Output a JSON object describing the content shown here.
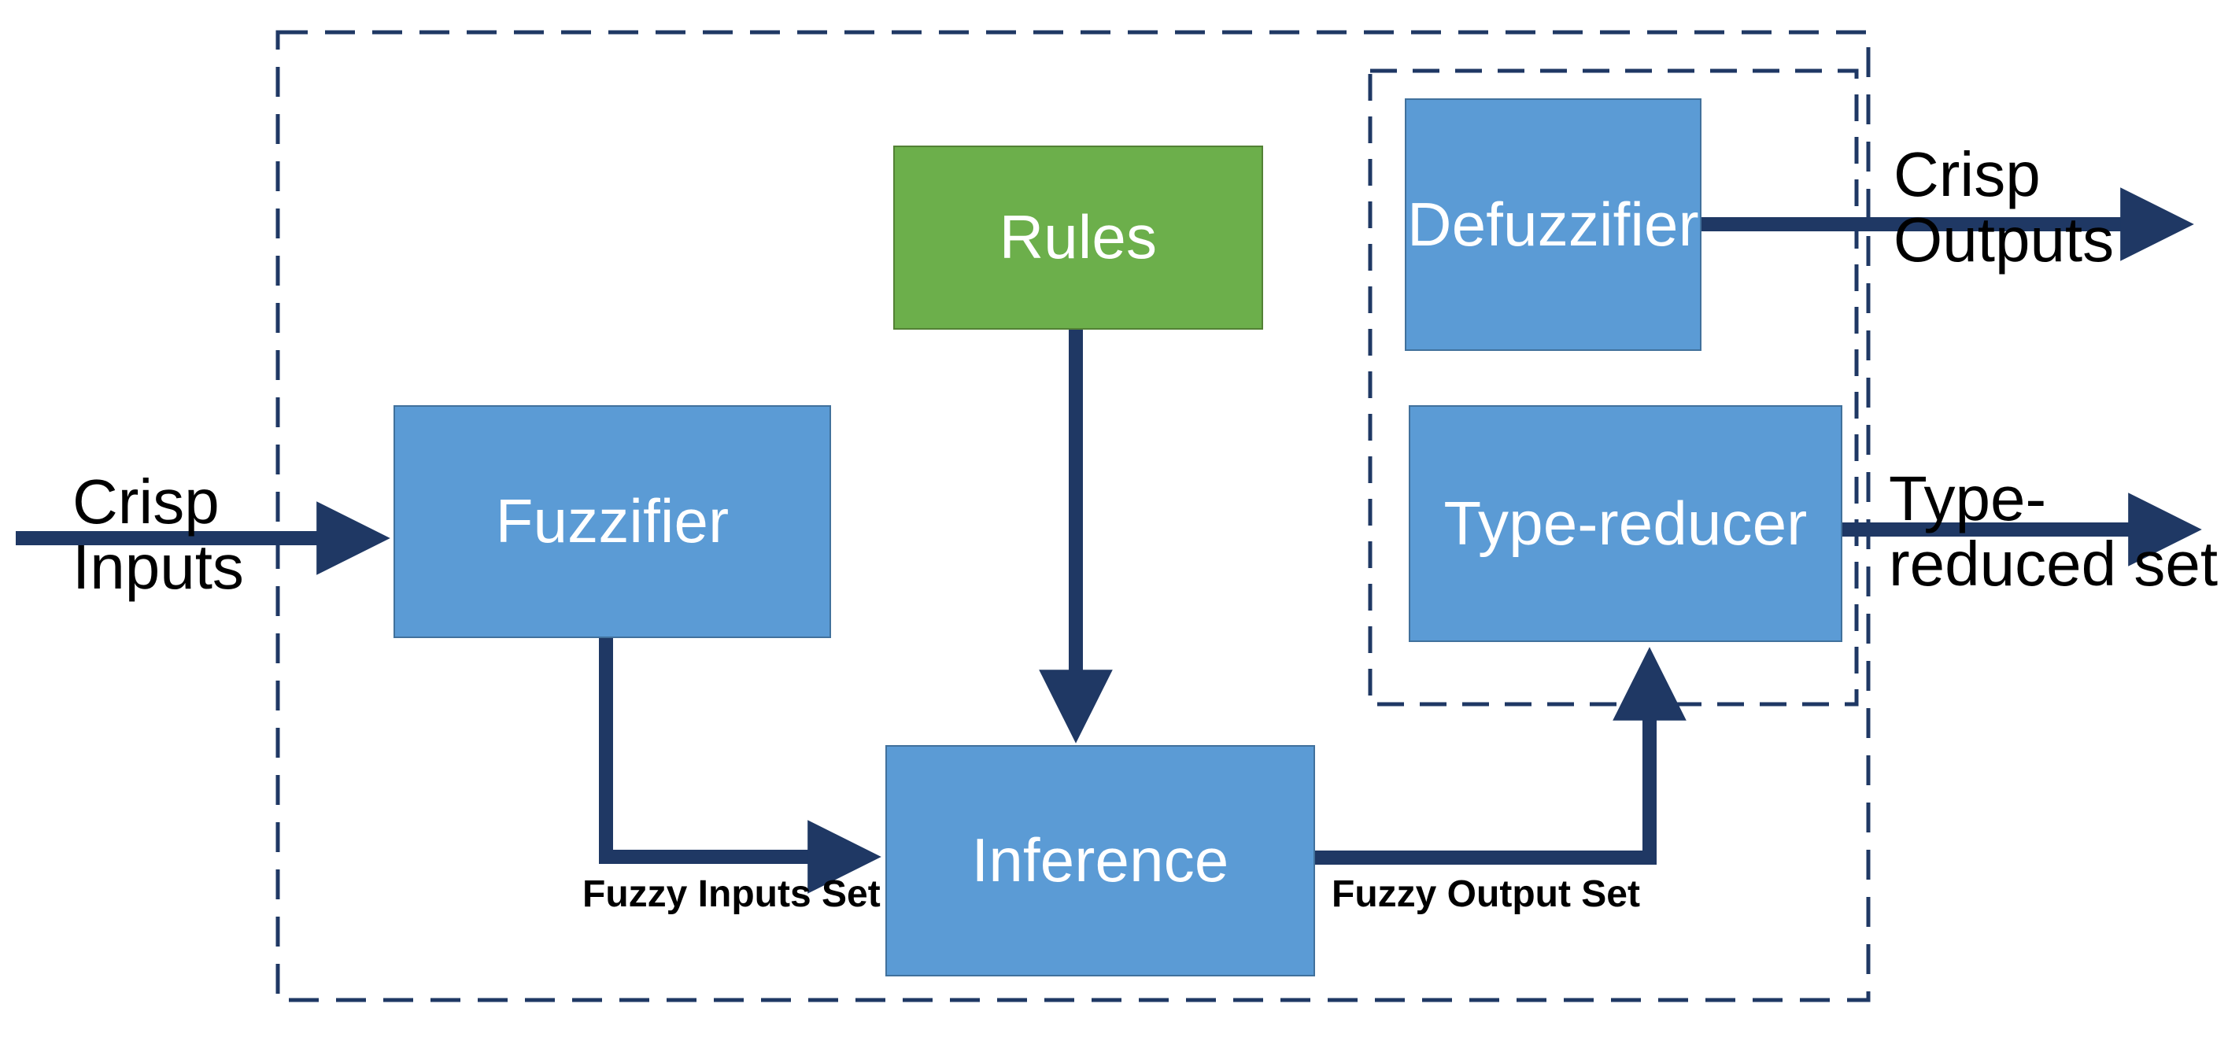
{
  "diagram": {
    "title": "Type-2 Fuzzy Logic System block diagram",
    "colors": {
      "block_blue": "#5B9BD5",
      "block_blue_border": "#41719C",
      "block_green": "#6CAF4B",
      "block_green_border": "#538135",
      "arrow_navy": "#1F3864",
      "dashed_navy": "#1F3864",
      "background": "#FFFFFF",
      "block_text": "#FFFFFF",
      "label_text": "#000000"
    },
    "blocks": [
      {
        "id": "fuzzifier",
        "label": "Fuzzifier",
        "fill": "blue"
      },
      {
        "id": "rules",
        "label": "Rules",
        "fill": "green"
      },
      {
        "id": "inference",
        "label": "Inference",
        "fill": "blue"
      },
      {
        "id": "defuzzifier",
        "label": "Defuzzifier",
        "fill": "blue"
      },
      {
        "id": "typereducer",
        "label": "Type-reducer",
        "fill": "blue"
      }
    ],
    "io_labels": {
      "crisp_inputs": "Crisp\nInputs",
      "crisp_outputs": "Crisp\nOutputs",
      "type_reduced_set": "Type-\nreduced set"
    },
    "edge_labels": {
      "fuzzy_inputs_set": "Fuzzy Inputs Set",
      "fuzzy_output_set": "Fuzzy Output Set"
    },
    "containers": [
      {
        "id": "system-boundary",
        "style": "dashed"
      },
      {
        "id": "output-processing-boundary",
        "style": "dashed"
      }
    ],
    "connections": [
      {
        "from": "crisp_inputs",
        "to": "fuzzifier",
        "label": ""
      },
      {
        "from": "fuzzifier",
        "to": "inference",
        "label": "Fuzzy Inputs Set"
      },
      {
        "from": "rules",
        "to": "inference",
        "label": ""
      },
      {
        "from": "inference",
        "to": "typereducer",
        "label": "Fuzzy Output Set"
      },
      {
        "from": "defuzzifier",
        "to": "crisp_outputs",
        "label": "Crisp Outputs"
      },
      {
        "from": "typereducer",
        "to": "type_reduced_set",
        "label": "Type-reduced set"
      }
    ]
  }
}
